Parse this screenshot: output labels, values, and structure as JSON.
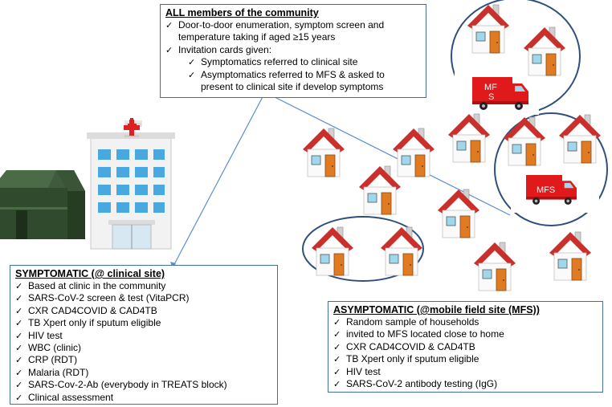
{
  "top_box": {
    "title": "ALL members of the community",
    "items": [
      {
        "text": "Door-to-door enumeration, symptom screen and",
        "sub": false
      },
      {
        "text": "temperature taking if aged ≥15 years",
        "sub": false,
        "continuation": true
      },
      {
        "text": "Invitation cards given:",
        "sub": false
      },
      {
        "text": "Symptomatics referred to clinical site",
        "sub": true
      },
      {
        "text": "Asymptomatics referred to MFS &  asked to",
        "sub": true
      },
      {
        "text": "present to clinical site if develop symptoms",
        "sub": true,
        "continuation": true
      }
    ]
  },
  "symptomatic_box": {
    "title": "SYMPTOMATIC (@ clinical site)",
    "items": [
      "Based at clinic in the community",
      "SARS-CoV-2  screen & test (VitaPCR)",
      "CXR CAD4COVID  & CAD4TB",
      "TB Xpert only if sputum eligible",
      " HIV test",
      " WBC (clinic)",
      " CRP (RDT)",
      " Malaria (RDT)",
      "SARS-Cov-2-Ab (everybody in TREATS block)",
      " Clinical assessment"
    ]
  },
  "asymptomatic_box": {
    "title": "ASYMPTOMATIC (@mobile field site (MFS))",
    "items": [
      "Random sample of households",
      "invited to MFS located close to home",
      "CXR CAD4COVID  & CAD4TB",
      "TB Xpert only if sputum eligible",
      "  HIV test",
      "SARS-CoV-2 antibody testing (IgG)"
    ]
  },
  "trucks": [
    {
      "label_line1": "MF",
      "label_line2": "S"
    },
    {
      "label_line1": "MFS",
      "label_line2": ""
    }
  ],
  "icons": {
    "check": "✓",
    "hospital": "hospital-icon",
    "tent": "tent-icon",
    "house": "house-icon",
    "truck": "truck-icon"
  },
  "colors": {
    "box_border": "#41719c",
    "roof": "#c9302c",
    "truck": "#e0191b",
    "ellipse": "#2f4f7f"
  }
}
